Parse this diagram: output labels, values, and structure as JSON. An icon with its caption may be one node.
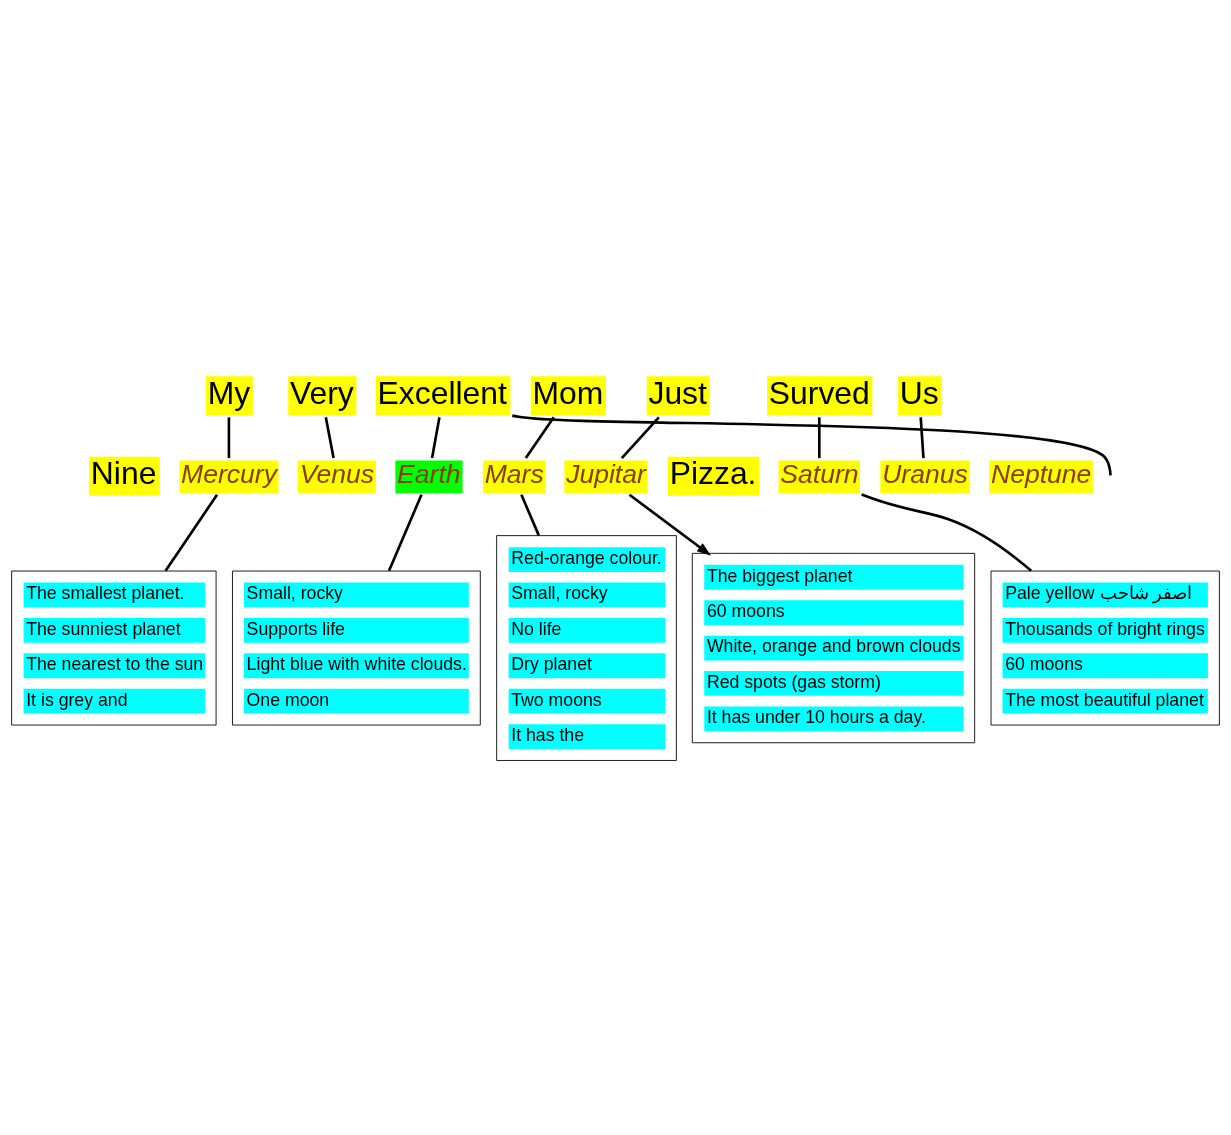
{
  "diagram": {
    "nodes": [
      {
        "text": [
          "My"
        ]
      },
      {
        "text": [
          "Very"
        ]
      },
      {
        "text": [
          "Excellent"
        ]
      },
      {
        "text": [
          "Mom"
        ]
      },
      {
        "text": [
          "Just"
        ]
      },
      {
        "text": [
          "Surved"
        ]
      },
      {
        "text": [
          "Us"
        ]
      },
      {
        "text": [
          "Nine"
        ]
      },
      {
        "text": [
          "Pizza."
        ]
      },
      {
        "text": [
          "Mercury"
        ]
      },
      {
        "text": [
          "Venus"
        ]
      },
      {
        "text": [
          "Earth"
        ]
      },
      {
        "text": [
          "Mars"
        ]
      },
      {
        "text": [
          "Jupitar"
        ]
      },
      {
        "text": [
          "Saturn"
        ]
      },
      {
        "text": [
          "Uranus"
        ]
      },
      {
        "text": [
          "Neptune"
        ]
      },
      {
        "text": [
          "The smallest planet.",
          "The sunniest planet",
          "The nearest to the sun",
          "It is grey and"
        ]
      },
      {
        "text": [
          "Small, rocky",
          "Supports life",
          "Light blue with white clouds.",
          "One moon"
        ]
      },
      {
        "text": [
          "Red-orange colour.",
          "Small, rocky",
          "No life",
          "Dry planet",
          "Two moons",
          "It has the"
        ]
      },
      {
        "text": [
          "Pale yellow اصفر شاحب",
          "Thousands of bright rings",
          "60 moons",
          "The most beautiful planet"
        ]
      },
      {
        "text": [
          "The biggest planet",
          "60 moons",
          "White, orange and brown clouds",
          "Red spots (gas storm)",
          "It has under 10 hours a day."
        ]
      }
    ],
    "edges": [
      {
        "from": 0,
        "to": 9,
        "arrow": "none"
      },
      {
        "from": 1,
        "to": 10,
        "arrow": "none"
      },
      {
        "from": 2,
        "to": 11,
        "arrow": "none"
      },
      {
        "from": 2,
        "to": null,
        "arrow": "none"
      },
      {
        "from": 3,
        "to": 12,
        "arrow": "none"
      },
      {
        "from": 4,
        "to": 13,
        "arrow": "none"
      },
      {
        "from": 5,
        "to": 14,
        "arrow": "none"
      },
      {
        "from": 6,
        "to": 15,
        "arrow": "none"
      },
      {
        "from": 9,
        "to": 17,
        "arrow": "none"
      },
      {
        "from": 11,
        "to": 18,
        "arrow": "none"
      },
      {
        "from": 12,
        "to": 19,
        "arrow": "none"
      },
      {
        "from": 13,
        "to": 21,
        "arrow": "to"
      },
      {
        "from": 14,
        "to": 20,
        "arrow": "none"
      }
    ]
  }
}
